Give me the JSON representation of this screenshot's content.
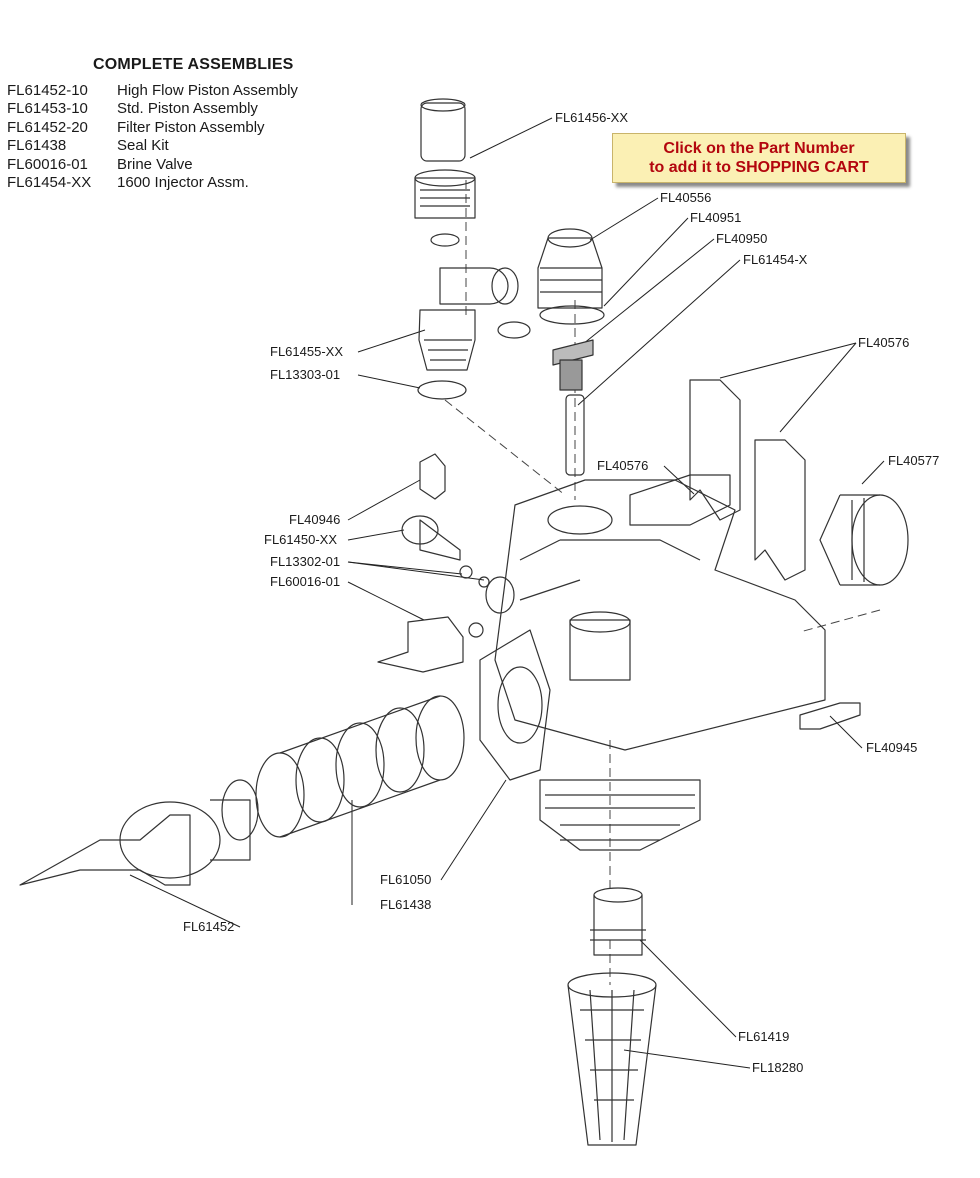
{
  "assemblies": {
    "title": "COMPLETE ASSEMBLIES",
    "rows": [
      {
        "part": "FL61452-10",
        "desc": "High Flow Piston Assembly"
      },
      {
        "part": "FL61453-10",
        "desc": "Std. Piston Assembly"
      },
      {
        "part": "FL61452-20",
        "desc": "Filter Piston Assembly"
      },
      {
        "part": "FL61438",
        "desc": "Seal Kit"
      },
      {
        "part": "FL60016-01",
        "desc": "Brine Valve"
      },
      {
        "part": "FL61454-XX",
        "desc": "1600 Injector Assm."
      }
    ]
  },
  "callout": {
    "line1": "Click on the  Part Number",
    "line2": "to add it to SHOPPING CART"
  },
  "parts": {
    "p61456": "FL61456-XX",
    "p40556": "FL40556",
    "p40951": "FL40951",
    "p40950": "FL40950",
    "p61454": "FL61454-X",
    "p40576a": "FL40576",
    "p61455": "FL61455-XX",
    "p13303": "FL13303-01",
    "p40576b": "FL40576",
    "p40577": "FL40577",
    "p40946": "FL40946",
    "p61450": "FL61450-XX",
    "p13302": "FL13302-01",
    "p60016": "FL60016-01",
    "p40945": "FL40945",
    "p61050": "FL61050",
    "p61438": "FL61438",
    "p61452": "FL61452",
    "p61419": "FL61419",
    "p18280": "FL18280"
  }
}
